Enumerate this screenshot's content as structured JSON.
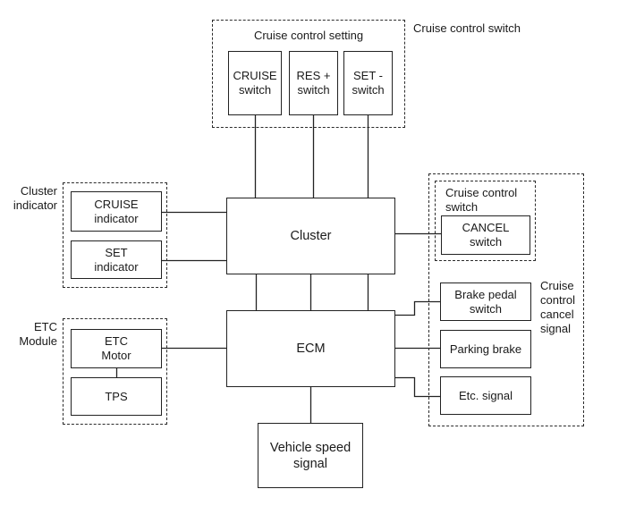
{
  "colors": {
    "line": "#222222",
    "box_border": "#222222",
    "text": "#1a1a1a",
    "background": "#ffffff"
  },
  "top_group": {
    "title": "Cruise control setting",
    "outside_label": "Cruise control switch",
    "boxes": [
      {
        "label": "CRUISE\nswitch"
      },
      {
        "label": "RES +\nswitch"
      },
      {
        "label": "SET -\nswitch"
      }
    ]
  },
  "cluster_indicator": {
    "outside_label": "Cluster\nindicator",
    "boxes": [
      {
        "label": "CRUISE\nindicator"
      },
      {
        "label": "SET\nindicator"
      }
    ]
  },
  "etc_module": {
    "outside_label": "ETC\nModule",
    "boxes": [
      {
        "label": "ETC\nMotor"
      },
      {
        "label": "TPS"
      }
    ]
  },
  "center": {
    "cluster": "Cluster",
    "ecm": "ECM",
    "vehicle_speed": "Vehicle speed\nsignal"
  },
  "cancel_region": {
    "inner_group_label": "Cruise control\nswitch",
    "cancel_box": "CANCEL\nswitch",
    "region_label": "Cruise\ncontrol\ncancel\nsignal",
    "boxes": [
      {
        "label": "Brake pedal\nswitch"
      },
      {
        "label": "Parking brake"
      },
      {
        "label": "Etc. signal"
      }
    ]
  }
}
